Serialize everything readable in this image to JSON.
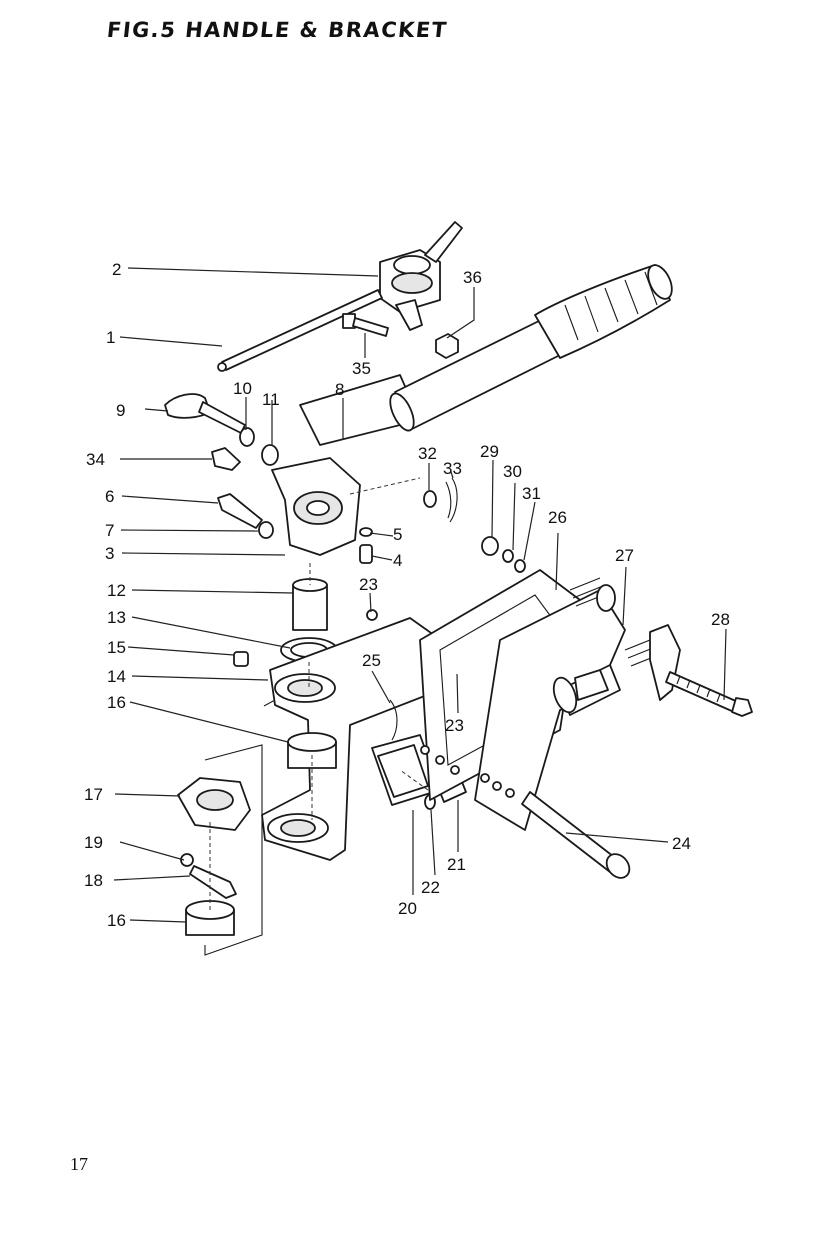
{
  "title": "FIG.5 HANDLE & BRACKET",
  "page_number": "17",
  "callouts": [
    "1",
    "2",
    "3",
    "4",
    "5",
    "6",
    "7",
    "8",
    "9",
    "10",
    "11",
    "12",
    "13",
    "14",
    "15",
    "16",
    "16",
    "17",
    "18",
    "19",
    "20",
    "21",
    "22",
    "23",
    "23",
    "24",
    "25",
    "26",
    "27",
    "28",
    "29",
    "30",
    "31",
    "32",
    "33",
    "34",
    "35",
    "36"
  ]
}
